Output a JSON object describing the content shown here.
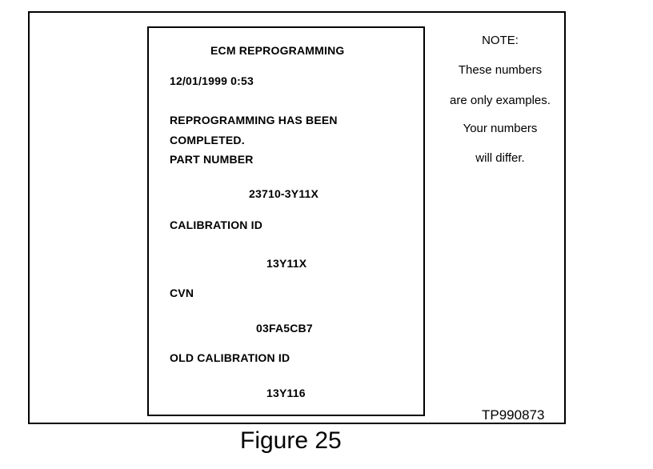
{
  "printout": {
    "title": "ECM REPROGRAMMING",
    "datetime": "12/01/1999 0:53",
    "status_line1": "REPROGRAMMING HAS BEEN",
    "status_line2": "COMPLETED.",
    "part_number_label": "PART NUMBER",
    "part_number_value": "23710-3Y11X",
    "calibration_id_label": "CALIBRATION ID",
    "calibration_id_value": "13Y11X",
    "cvn_label": "CVN",
    "cvn_value": "03FA5CB7",
    "old_calibration_id_label": "OLD CALIBRATION ID",
    "old_calibration_id_value": "13Y116"
  },
  "note": {
    "heading": "NOTE:",
    "line1": "These numbers",
    "line2": "are only examples.",
    "line3": "Your numbers",
    "line4": "will differ."
  },
  "tp_code": "TP990873",
  "caption": "Figure 25"
}
